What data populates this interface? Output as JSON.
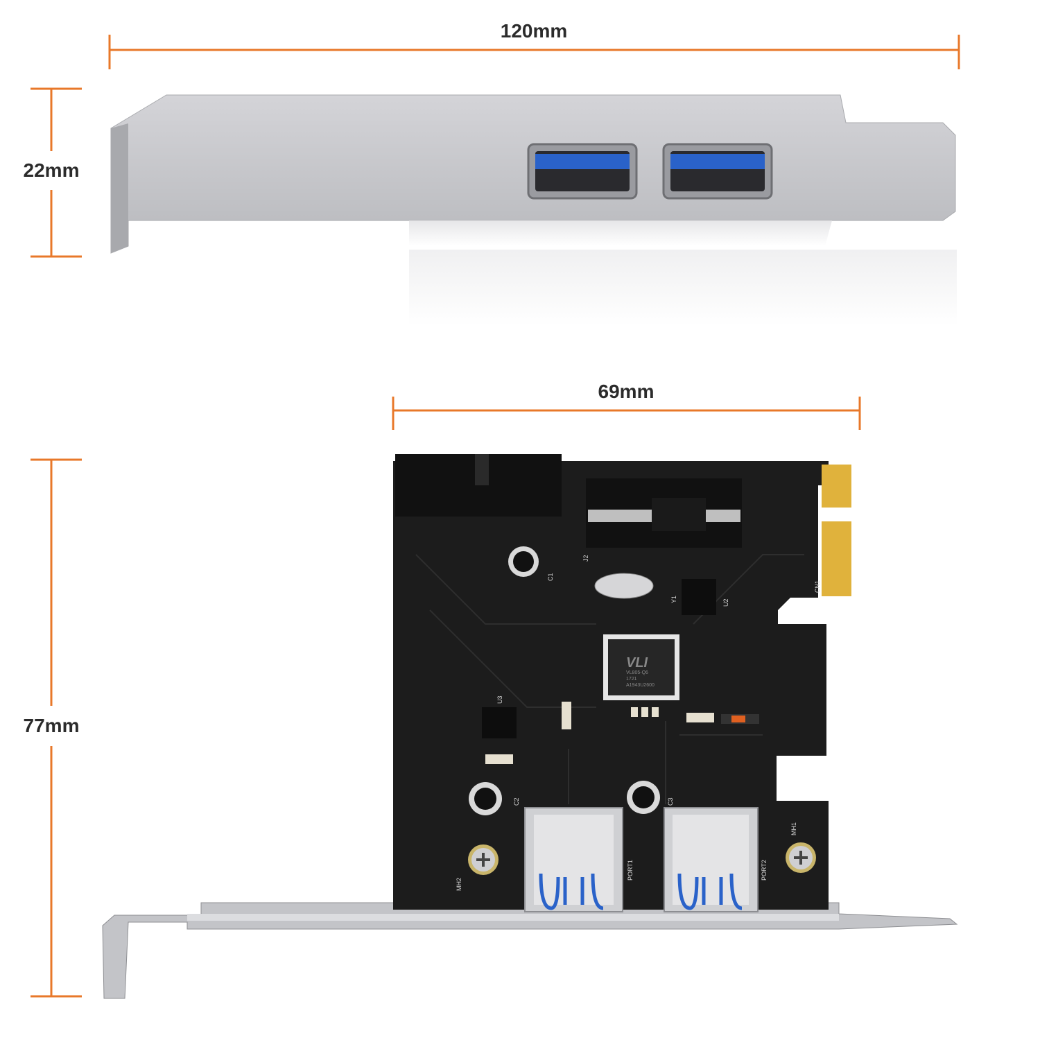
{
  "dimensions": {
    "bracket_length": "120mm",
    "bracket_height": "22mm",
    "card_width": "69mm",
    "card_height": "77mm"
  },
  "pcb": {
    "chip_brand": "VLI",
    "chip_model": "VL805-Q6",
    "chip_code1": "1721",
    "chip_code2": "A1943U2600",
    "port1_label": "PORT1",
    "port2_label": "PORT2",
    "mh1_label": "MH1",
    "mh2_label": "MH2",
    "cn1_label": "CN1",
    "u2_label": "U2",
    "u3_label": "U3",
    "j2_label": "J2",
    "c2_label": "C2",
    "c3_label": "C3",
    "c1_label": "C1",
    "y1_label": "Y1"
  },
  "colors": {
    "dimension_line": "#e8782a",
    "pcb": "#1c1c1c",
    "usb_blue": "#2a62c9",
    "gold": "#e0b23c",
    "bracket": "#c9c9cc"
  }
}
